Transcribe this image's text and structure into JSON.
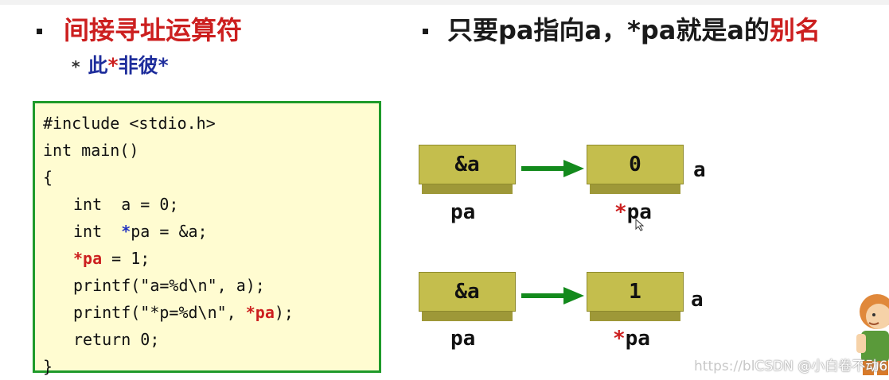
{
  "left_heading": "间接寻址运算符",
  "subpoint": {
    "bullet": "*",
    "pre": "此",
    "star1": "*",
    "mid": "非彼",
    "star2": "*"
  },
  "right_heading": {
    "pre": "只要pa指向a，*pa就是a的",
    "highlight": "别名"
  },
  "code": {
    "line1": "#include <stdio.h>",
    "line2": "int main()",
    "line3": "{",
    "line4": "int  a = 0;",
    "line5_pre": "int  ",
    "line5_star": "*",
    "line5_post": "pa = &a;",
    "line6_hl": "*pa",
    "line6_post": " = 1;",
    "line7": "printf(\"a=%d\\n\", a);",
    "line8_pre": "printf(\"*p=%d\\n\", ",
    "line8_hl": "*pa",
    "line8_post": ");",
    "line9": "return 0;",
    "line10": "}"
  },
  "diagram_top": {
    "pointer_value": "&a",
    "pointer_caption": "pa",
    "target_value": "0",
    "target_name": "a",
    "deref_star": "*",
    "deref_caption": "pa"
  },
  "diagram_bottom": {
    "pointer_value": "&a",
    "pointer_caption": "pa",
    "target_value": "1",
    "target_name": "a",
    "deref_star": "*",
    "deref_caption": "pa"
  },
  "watermark": {
    "faint": "https://bl",
    "text": "CSDN @小白卷不动6"
  },
  "colors": {
    "heading_red": "#cc1f1f",
    "sub_blue": "#1f2e9c",
    "code_bg": "#fffcd1",
    "code_border": "#1e9a2a",
    "box_fill": "#c4be4d",
    "arrow_green": "#138a1c"
  }
}
